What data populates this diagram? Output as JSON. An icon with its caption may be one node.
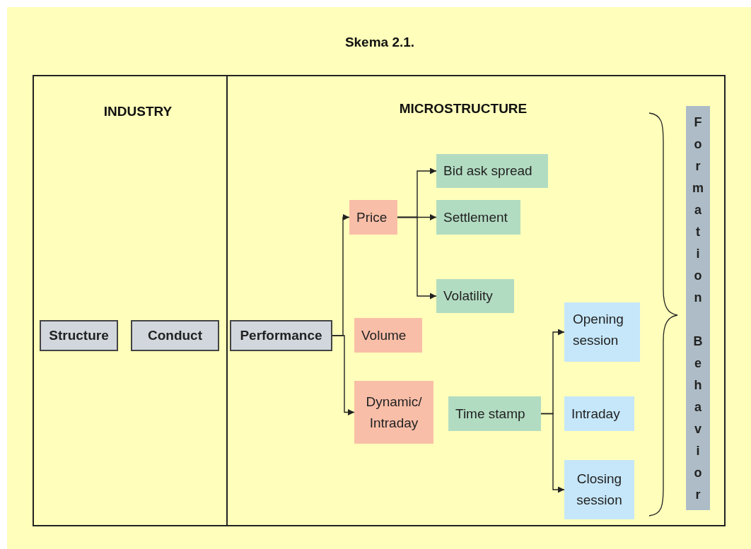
{
  "diagram": {
    "title": "Skema 2.1.",
    "nodes": [
      {
        "text": [
          "INDUSTRY"
        ]
      },
      {
        "text": [
          "Structure"
        ],
        "in": 0
      },
      {
        "text": [
          "Conduct"
        ],
        "in": 0
      },
      {
        "text": [
          "MICROSTRUCTURE"
        ]
      },
      {
        "text": [
          "Performance"
        ],
        "in": 3
      },
      {
        "text": [
          "Price"
        ],
        "in": 3
      },
      {
        "text": [
          "Bid ask spread"
        ],
        "in": 3
      },
      {
        "text": [
          "Settlement"
        ],
        "in": 3
      },
      {
        "text": [
          "Volatility"
        ],
        "in": 3
      },
      {
        "text": [
          "Volume"
        ],
        "in": 3
      },
      {
        "text": [
          "Dynamic/ Intraday"
        ],
        "in": 3
      },
      {
        "text": [
          "Time stamp"
        ],
        "in": 3
      },
      {
        "text": [
          "Opening session"
        ],
        "in": 3
      },
      {
        "text": [
          "Intraday"
        ],
        "in": 3
      },
      {
        "text": [
          "Closing session"
        ],
        "in": 3
      },
      {
        "text": [
          "Formation Behavior"
        ],
        "in": 3
      }
    ],
    "edges": [
      {
        "from": 4,
        "to": 5,
        "arrow": "to"
      },
      {
        "from": 4,
        "to": 10,
        "arrow": "to"
      },
      {
        "from": 5,
        "to": 6,
        "arrow": "to"
      },
      {
        "from": 5,
        "to": 7,
        "arrow": "to"
      },
      {
        "from": 5,
        "to": 8,
        "arrow": "to"
      },
      {
        "from": 11,
        "to": 12,
        "arrow": "to"
      },
      {
        "from": 11,
        "to": 14,
        "arrow": "to"
      }
    ]
  }
}
